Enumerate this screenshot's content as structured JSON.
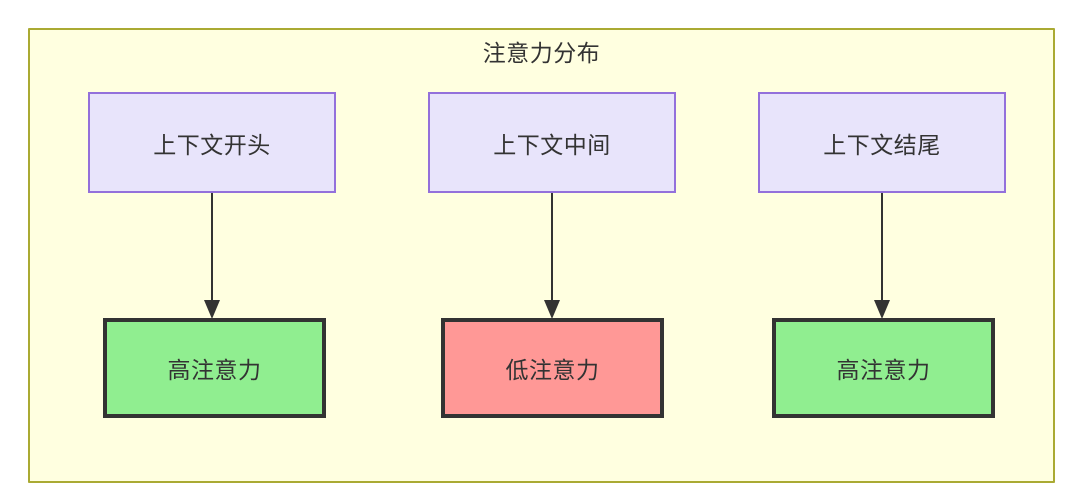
{
  "diagram": {
    "title": "注意力分布",
    "context_nodes": [
      {
        "label": "上下文开头"
      },
      {
        "label": "上下文中间"
      },
      {
        "label": "上下文结尾"
      }
    ],
    "attention_nodes": [
      {
        "label": "高注意力",
        "level": "high"
      },
      {
        "label": "低注意力",
        "level": "low"
      },
      {
        "label": "高注意力",
        "level": "high"
      }
    ],
    "colors": {
      "cluster_fill": "#ffffe0",
      "cluster_border": "#aaaa33",
      "context_fill": "#e8e4fb",
      "context_border": "#9370db",
      "high_fill": "#90ee90",
      "low_fill": "#ff9896",
      "node_border": "#333333",
      "text": "#333333",
      "arrow": "#333333"
    }
  }
}
